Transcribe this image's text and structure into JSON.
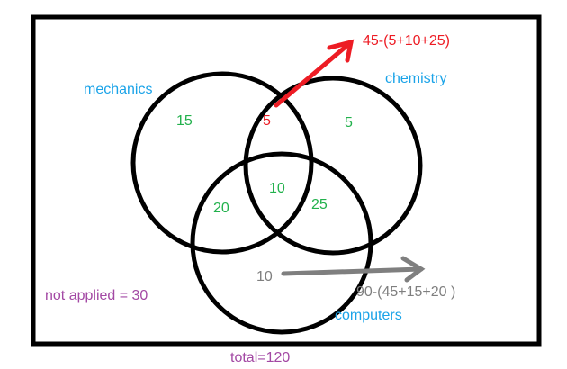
{
  "colors": {
    "outline": "#000000",
    "label_blue": "#1aa3e8",
    "region_green": "#22b14c",
    "red": "#ed1c24",
    "gray": "#7f7f7f",
    "purple": "#a349a4"
  },
  "sets": {
    "mechanics": "mechanics",
    "chemistry": "chemistry",
    "computers": "computers"
  },
  "regions": {
    "mechanics_only": "15",
    "mechanics_chemistry": "5",
    "chemistry_only": "5",
    "all_three": "10",
    "mechanics_computers": "20",
    "chemistry_computers": "25",
    "computers_only": "10"
  },
  "annotations": {
    "red_formula": "45-(5+10+25)",
    "gray_formula": "90-(45+15+20 )",
    "not_applied": "not applied = 30",
    "total": "total=120"
  }
}
